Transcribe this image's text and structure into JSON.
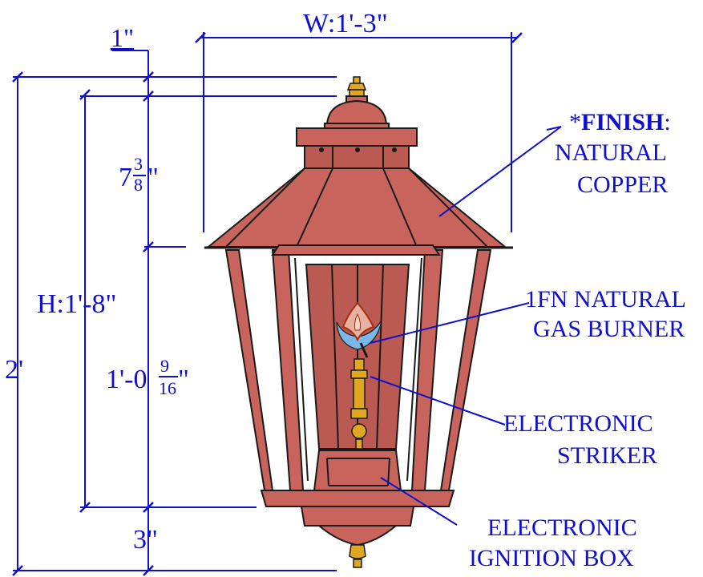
{
  "dimensions": {
    "top_offset": "1\"",
    "width": "W:1'-3\"",
    "roof_height_whole": "7",
    "roof_height_num": "3",
    "roof_height_den": "8",
    "roof_height_unit": "\"",
    "height": "H:1'-8\"",
    "total_height": "2'",
    "body_height_whole": "1'-0",
    "body_height_num": "9",
    "body_height_den": "16",
    "body_height_unit": "\"",
    "bottom_height": "3\""
  },
  "callouts": {
    "finish_prefix": "*",
    "finish_bold": "FINISH",
    "finish_suffix": ":",
    "finish_line2": "NATURAL",
    "finish_line3": "COPPER",
    "burner_line1": "1FN NATURAL",
    "burner_line2": "GAS BURNER",
    "striker_line1": "ELECTRONIC",
    "striker_line2": "STRIKER",
    "ignition_line1": "ELECTRONIC",
    "ignition_line2": "IGNITION BOX"
  },
  "colors": {
    "dimension_blue": "#1010cc",
    "copper": "#c8645c",
    "brass": "#e0a820",
    "flame": "#e8b0a0",
    "flame_blue": "#7ab8e8"
  }
}
